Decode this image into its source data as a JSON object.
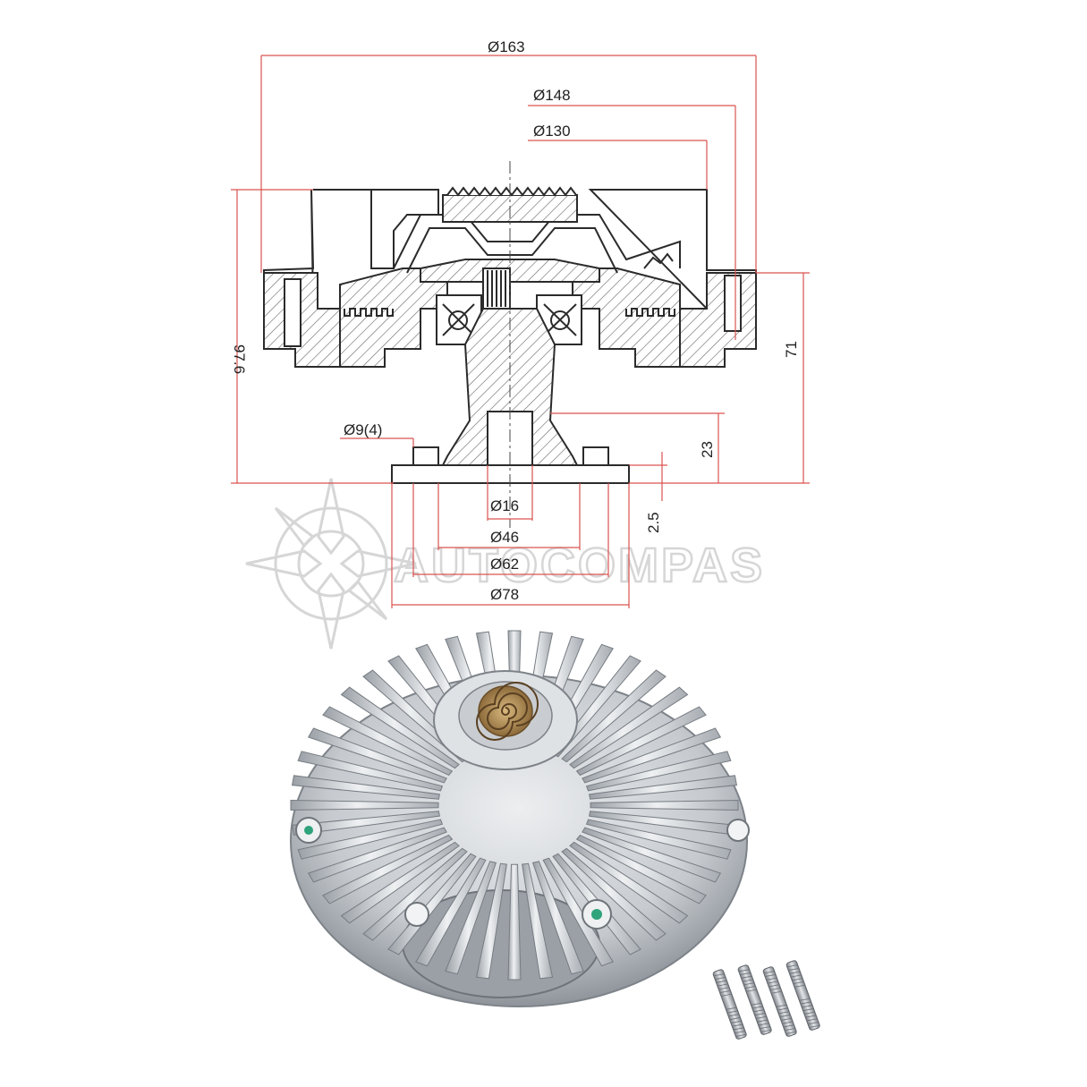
{
  "colors": {
    "dimension_line": "#d9534f",
    "outline": "#2b2b2b",
    "hatch": "#555555",
    "metal_light": "#e4e6e9",
    "metal_dark": "#8f949a",
    "spring": "#b8925a",
    "watermark": "#d6d6d6"
  },
  "watermark": {
    "text": "AUTOCOMPAS",
    "icon": "gear-star-logo"
  },
  "dimensions": {
    "d163": "Ø163",
    "d148": "Ø148",
    "d130": "Ø130",
    "h97_6": "97.6",
    "h71": "71",
    "h23": "23",
    "h2_5": "2.5",
    "hole": "Ø9(4)",
    "d16": "Ø16",
    "d46": "Ø46",
    "d62": "Ø62",
    "d78": "Ø78"
  },
  "photo": {
    "subject": "fan-clutch",
    "fin_count": 44,
    "stud_count": 4,
    "icons": [
      "bimetal-spring-icon",
      "mounting-hole-icon",
      "stud-bolt-icon"
    ]
  }
}
